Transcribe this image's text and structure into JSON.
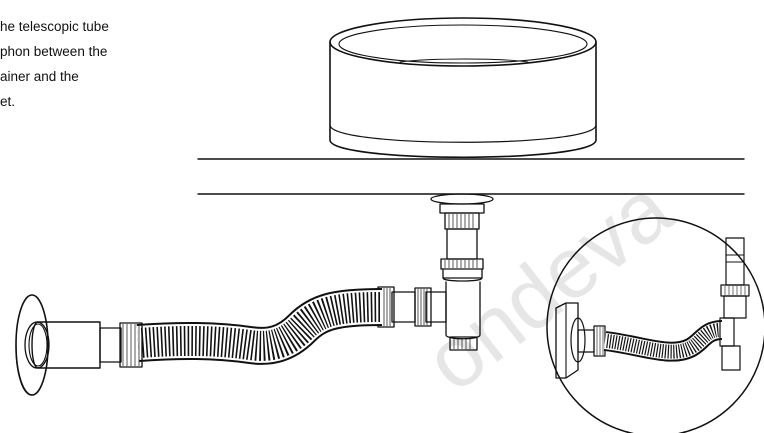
{
  "instructions": {
    "lines": [
      "he telescopic tube",
      "phon between the",
      "ainer and the",
      "et."
    ]
  },
  "colors": {
    "stroke": "#111111",
    "background": "#ffffff",
    "watermark": "#e6e6e6"
  },
  "watermark": {
    "text": "ondeva"
  }
}
